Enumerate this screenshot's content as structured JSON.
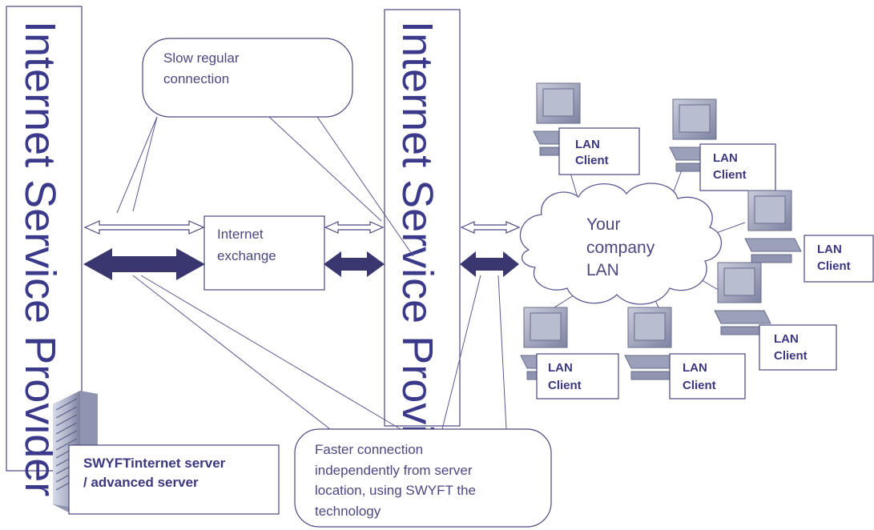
{
  "colors": {
    "ink": "#3b3a8a",
    "arrow_dark": "#3a3770",
    "monitor": "#9aa0b8",
    "cloud_stroke": "#5a5890"
  },
  "isp_left": {
    "label": "Internet Service Provider"
  },
  "isp_right": {
    "label": "Internet Service Provider"
  },
  "callout_slow": {
    "line1": "Slow regular",
    "line2": "connection"
  },
  "exchange": {
    "line1": "Internet",
    "line2": "exchange"
  },
  "cloud": {
    "line1": "Your",
    "line2": "company",
    "line3": "LAN"
  },
  "clients": [
    {
      "line1": "LAN",
      "line2": "Client"
    },
    {
      "line1": "LAN",
      "line2": "Client"
    },
    {
      "line1": "LAN",
      "line2": "Client"
    },
    {
      "line1": "LAN",
      "line2": "Client"
    },
    {
      "line1": "LAN",
      "line2": "Client"
    },
    {
      "line1": "LAN",
      "line2": "Client"
    }
  ],
  "server": {
    "line1": "SWYFTinternet server",
    "line2": "/ advanced server",
    "icon": "server-rack-icon"
  },
  "callout_fast": {
    "line1": "Faster connection",
    "line2": "independently from server",
    "line3": "location, using SWYFT  the",
    "line4": "technology"
  }
}
